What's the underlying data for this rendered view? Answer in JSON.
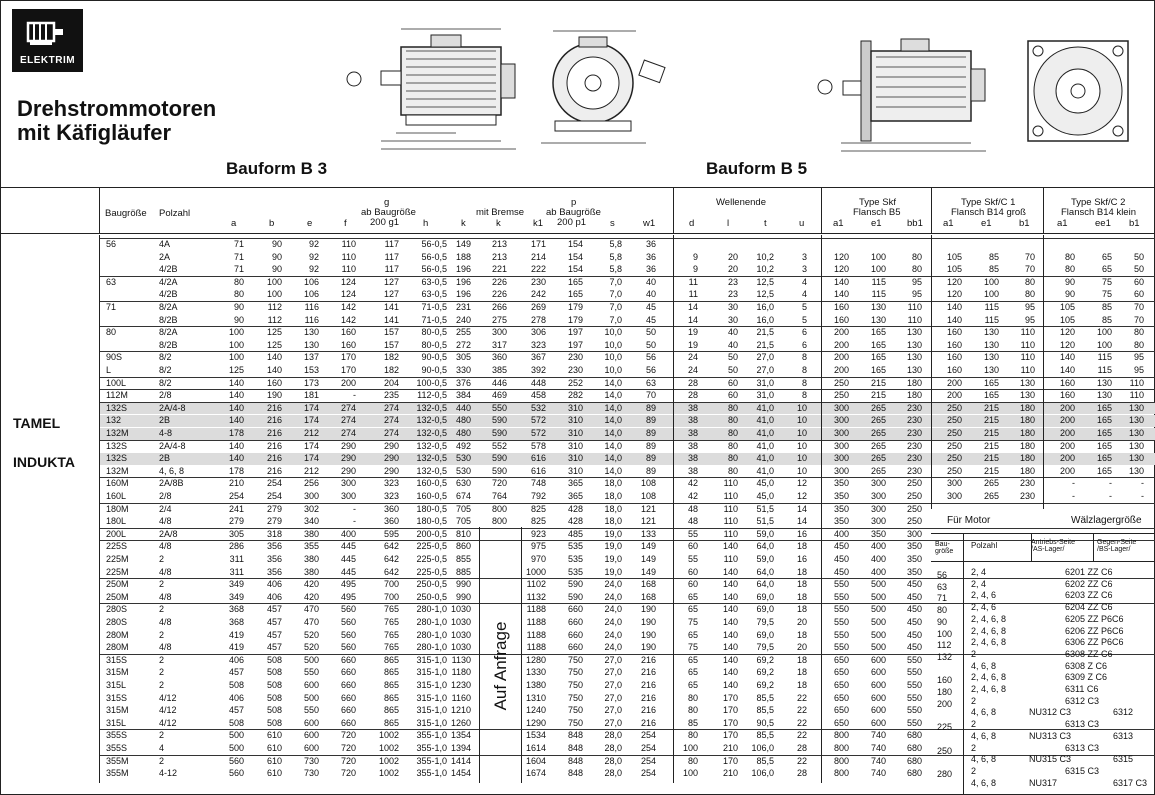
{
  "logo": {
    "brand": "ELEKTRIM"
  },
  "title": {
    "line1": "Drehstrommotoren",
    "line2": "mit Käfigläufer"
  },
  "bauform": {
    "b3": "Bauform B 3",
    "b5": "Bauform B 5"
  },
  "side_labels": {
    "tamel": "TAMEL",
    "indukta": "INDUKTA"
  },
  "auf_anfrage": "Auf Anfrage",
  "headers": {
    "baugroesse": "Baugröße",
    "polzahl": "Polzahl",
    "a": "a",
    "b": "b",
    "e": "e",
    "f": "f",
    "g_top": "g",
    "g_mid": "ab Baugröße",
    "g_bot": "200 g1",
    "h": "h",
    "k": "k",
    "k2_top": "mit Bremse",
    "k2_bot": "k",
    "k1": "k1",
    "p_top": "p",
    "p_mid": "ab Baugröße",
    "p_bot": "200 p1",
    "s": "s",
    "w1": "w1",
    "wellenende": "Wellenende",
    "d": "d",
    "l": "l",
    "t": "t",
    "u": "u",
    "skf_top": "Type Skf",
    "skf_mid": "Flansch B5",
    "skfc1_top": "Type Skf/C 1",
    "skfc1_mid": "Flansch B14 groß",
    "skfc2_top": "Type Skf/C 2",
    "skfc2_mid": "Flansch B14 klein",
    "a1": "a1",
    "e1": "e1",
    "b1": "b1",
    "e1b": "ee1",
    "bb1": "bb1"
  },
  "rows": [
    [
      "56",
      "4A",
      "71",
      "90",
      "92",
      "110",
      "117",
      "56-0,5",
      "149",
      "213",
      "171",
      "154",
      "5,8",
      "36",
      "",
      "",
      "",
      "",
      "",
      "",
      "",
      "",
      "",
      "",
      "",
      "",
      ""
    ],
    [
      "",
      "2A",
      "71",
      "90",
      "92",
      "110",
      "117",
      "56-0,5",
      "188",
      "213",
      "214",
      "154",
      "5,8",
      "36",
      "9",
      "20",
      "10,2",
      "3",
      "120",
      "100",
      "80",
      "105",
      "85",
      "70",
      "80",
      "65",
      "50"
    ],
    [
      "",
      "4/2B",
      "71",
      "90",
      "92",
      "110",
      "117",
      "56-0,5",
      "196",
      "221",
      "222",
      "154",
      "5,8",
      "36",
      "9",
      "20",
      "10,2",
      "3",
      "120",
      "100",
      "80",
      "105",
      "85",
      "70",
      "80",
      "65",
      "50"
    ],
    [
      "63",
      "4/2A",
      "80",
      "100",
      "106",
      "124",
      "127",
      "63-0,5",
      "196",
      "226",
      "230",
      "165",
      "7,0",
      "40",
      "11",
      "23",
      "12,5",
      "4",
      "140",
      "115",
      "95",
      "120",
      "100",
      "80",
      "90",
      "75",
      "60"
    ],
    [
      "",
      "4/2B",
      "80",
      "100",
      "106",
      "124",
      "127",
      "63-0,5",
      "196",
      "226",
      "242",
      "165",
      "7,0",
      "40",
      "11",
      "23",
      "12,5",
      "4",
      "140",
      "115",
      "95",
      "120",
      "100",
      "80",
      "90",
      "75",
      "60"
    ],
    [
      "71",
      "8/2A",
      "90",
      "112",
      "116",
      "142",
      "141",
      "71-0,5",
      "231",
      "266",
      "269",
      "179",
      "7,0",
      "45",
      "14",
      "30",
      "16,0",
      "5",
      "160",
      "130",
      "110",
      "140",
      "115",
      "95",
      "105",
      "85",
      "70"
    ],
    [
      "",
      "8/2B",
      "90",
      "112",
      "116",
      "142",
      "141",
      "71-0,5",
      "240",
      "275",
      "278",
      "179",
      "7,0",
      "45",
      "14",
      "30",
      "16,0",
      "5",
      "160",
      "130",
      "110",
      "140",
      "115",
      "95",
      "105",
      "85",
      "70"
    ],
    [
      "80",
      "8/2A",
      "100",
      "125",
      "130",
      "160",
      "157",
      "80-0,5",
      "255",
      "300",
      "306",
      "197",
      "10,0",
      "50",
      "19",
      "40",
      "21,5",
      "6",
      "200",
      "165",
      "130",
      "160",
      "130",
      "110",
      "120",
      "100",
      "80"
    ],
    [
      "",
      "8/2B",
      "100",
      "125",
      "130",
      "160",
      "157",
      "80-0,5",
      "272",
      "317",
      "323",
      "197",
      "10,0",
      "50",
      "19",
      "40",
      "21,5",
      "6",
      "200",
      "165",
      "130",
      "160",
      "130",
      "110",
      "120",
      "100",
      "80"
    ],
    [
      "90S",
      "8/2",
      "100",
      "140",
      "137",
      "170",
      "182",
      "90-0,5",
      "305",
      "360",
      "367",
      "230",
      "10,0",
      "56",
      "24",
      "50",
      "27,0",
      "8",
      "200",
      "165",
      "130",
      "160",
      "130",
      "110",
      "140",
      "115",
      "95"
    ],
    [
      "L",
      "8/2",
      "125",
      "140",
      "153",
      "170",
      "182",
      "90-0,5",
      "330",
      "385",
      "392",
      "230",
      "10,0",
      "56",
      "24",
      "50",
      "27,0",
      "8",
      "200",
      "165",
      "130",
      "160",
      "130",
      "110",
      "140",
      "115",
      "95"
    ],
    [
      "100L",
      "8/2",
      "140",
      "160",
      "173",
      "200",
      "204",
      "100-0,5",
      "376",
      "446",
      "448",
      "252",
      "14,0",
      "63",
      "28",
      "60",
      "31,0",
      "8",
      "250",
      "215",
      "180",
      "200",
      "165",
      "130",
      "160",
      "130",
      "110"
    ],
    [
      "112M",
      "2/8",
      "140",
      "190",
      "181",
      "-",
      "235",
      "112-0,5",
      "384",
      "469",
      "458",
      "282",
      "14,0",
      "70",
      "28",
      "60",
      "31,0",
      "8",
      "250",
      "215",
      "180",
      "200",
      "165",
      "130",
      "160",
      "130",
      "110"
    ],
    [
      "132S",
      "2A/4-8",
      "140",
      "216",
      "174",
      "274",
      "274",
      "132-0,5",
      "440",
      "550",
      "532",
      "310",
      "14,0",
      "89",
      "38",
      "80",
      "41,0",
      "10",
      "300",
      "265",
      "230",
      "250",
      "215",
      "180",
      "200",
      "165",
      "130"
    ],
    [
      "132",
      "2B",
      "140",
      "216",
      "174",
      "274",
      "274",
      "132-0,5",
      "480",
      "590",
      "572",
      "310",
      "14,0",
      "89",
      "38",
      "80",
      "41,0",
      "10",
      "300",
      "265",
      "230",
      "250",
      "215",
      "180",
      "200",
      "165",
      "130"
    ],
    [
      "132M",
      "4-8",
      "178",
      "216",
      "212",
      "274",
      "274",
      "132-0,5",
      "480",
      "590",
      "572",
      "310",
      "14,0",
      "89",
      "38",
      "80",
      "41,0",
      "10",
      "300",
      "265",
      "230",
      "250",
      "215",
      "180",
      "200",
      "165",
      "130"
    ],
    [
      "132S",
      "2A/4-8",
      "140",
      "216",
      "174",
      "290",
      "290",
      "132-0,5",
      "492",
      "552",
      "578",
      "310",
      "14,0",
      "89",
      "38",
      "80",
      "41,0",
      "10",
      "300",
      "265",
      "230",
      "250",
      "215",
      "180",
      "200",
      "165",
      "130"
    ],
    [
      "132S",
      "2B",
      "140",
      "216",
      "174",
      "290",
      "290",
      "132-0,5",
      "530",
      "590",
      "616",
      "310",
      "14,0",
      "89",
      "38",
      "80",
      "41,0",
      "10",
      "300",
      "265",
      "230",
      "250",
      "215",
      "180",
      "200",
      "165",
      "130"
    ],
    [
      "132M",
      "4, 6, 8",
      "178",
      "216",
      "212",
      "290",
      "290",
      "132-0,5",
      "530",
      "590",
      "616",
      "310",
      "14,0",
      "89",
      "38",
      "80",
      "41,0",
      "10",
      "300",
      "265",
      "230",
      "250",
      "215",
      "180",
      "200",
      "165",
      "130"
    ],
    [
      "160M",
      "2A/8B",
      "210",
      "254",
      "256",
      "300",
      "323",
      "160-0,5",
      "630",
      "720",
      "748",
      "365",
      "18,0",
      "108",
      "42",
      "110",
      "45,0",
      "12",
      "350",
      "300",
      "250",
      "300",
      "265",
      "230",
      "-",
      "-",
      "-"
    ],
    [
      "160L",
      "2/8",
      "254",
      "254",
      "300",
      "300",
      "323",
      "160-0,5",
      "674",
      "764",
      "792",
      "365",
      "18,0",
      "108",
      "42",
      "110",
      "45,0",
      "12",
      "350",
      "300",
      "250",
      "300",
      "265",
      "230",
      "-",
      "-",
      "-"
    ],
    [
      "180M",
      "2/4",
      "241",
      "279",
      "302",
      "-",
      "360",
      "180-0,5",
      "705",
      "800",
      "825",
      "428",
      "18,0",
      "121",
      "48",
      "110",
      "51,5",
      "14",
      "350",
      "300",
      "250",
      "",
      "",
      "",
      "",
      "",
      ""
    ],
    [
      "180L",
      "4/8",
      "279",
      "279",
      "340",
      "-",
      "360",
      "180-0,5",
      "705",
      "800",
      "825",
      "428",
      "18,0",
      "121",
      "48",
      "110",
      "51,5",
      "14",
      "350",
      "300",
      "250",
      "",
      "",
      "",
      "",
      "",
      ""
    ],
    [
      "200L",
      "2A/8",
      "305",
      "318",
      "380",
      "400",
      "595",
      "200-0,5",
      "810",
      "",
      "923",
      "485",
      "19,0",
      "133",
      "55",
      "110",
      "59,0",
      "16",
      "400",
      "350",
      "300",
      "",
      "",
      "",
      "",
      "",
      ""
    ],
    [
      "225S",
      "4/8",
      "286",
      "356",
      "355",
      "445",
      "642",
      "225-0,5",
      "860",
      "",
      "975",
      "535",
      "19,0",
      "149",
      "60",
      "140",
      "64,0",
      "18",
      "450",
      "400",
      "350",
      "",
      "",
      "",
      "",
      "",
      ""
    ],
    [
      "225M",
      "2",
      "311",
      "356",
      "380",
      "445",
      "642",
      "225-0,5",
      "855",
      "",
      "970",
      "535",
      "19,0",
      "149",
      "55",
      "110",
      "59,0",
      "16",
      "450",
      "400",
      "350",
      "",
      "",
      "",
      "",
      "",
      ""
    ],
    [
      "225M",
      "4/8",
      "311",
      "356",
      "380",
      "445",
      "642",
      "225-0,5",
      "885",
      "",
      "1000",
      "535",
      "19,0",
      "149",
      "60",
      "140",
      "64,0",
      "18",
      "450",
      "400",
      "350",
      "",
      "",
      "",
      "",
      "",
      ""
    ],
    [
      "250M",
      "2",
      "349",
      "406",
      "420",
      "495",
      "700",
      "250-0,5",
      "990",
      "",
      "1102",
      "590",
      "24,0",
      "168",
      "60",
      "140",
      "64,0",
      "18",
      "550",
      "500",
      "450",
      "",
      "",
      "",
      "",
      "",
      ""
    ],
    [
      "250M",
      "4/8",
      "349",
      "406",
      "420",
      "495",
      "700",
      "250-0,5",
      "990",
      "",
      "1132",
      "590",
      "24,0",
      "168",
      "65",
      "140",
      "69,0",
      "18",
      "550",
      "500",
      "450",
      "",
      "",
      "",
      "",
      "",
      ""
    ],
    [
      "280S",
      "2",
      "368",
      "457",
      "470",
      "560",
      "765",
      "280-1,0",
      "1030",
      "",
      "1188",
      "660",
      "24,0",
      "190",
      "65",
      "140",
      "69,0",
      "18",
      "550",
      "500",
      "450",
      "",
      "",
      "",
      "",
      "",
      ""
    ],
    [
      "280S",
      "4/8",
      "368",
      "457",
      "470",
      "560",
      "765",
      "280-1,0",
      "1030",
      "",
      "1188",
      "660",
      "24,0",
      "190",
      "75",
      "140",
      "79,5",
      "20",
      "550",
      "500",
      "450",
      "",
      "",
      "",
      "",
      "",
      ""
    ],
    [
      "280M",
      "2",
      "419",
      "457",
      "520",
      "560",
      "765",
      "280-1,0",
      "1030",
      "",
      "1188",
      "660",
      "24,0",
      "190",
      "65",
      "140",
      "69,0",
      "18",
      "550",
      "500",
      "450",
      "",
      "",
      "",
      "",
      "",
      ""
    ],
    [
      "280M",
      "4/8",
      "419",
      "457",
      "520",
      "560",
      "765",
      "280-1,0",
      "1030",
      "",
      "1188",
      "660",
      "24,0",
      "190",
      "75",
      "140",
      "79,5",
      "20",
      "550",
      "500",
      "450",
      "",
      "",
      "",
      "",
      "",
      ""
    ],
    [
      "315S",
      "2",
      "406",
      "508",
      "500",
      "660",
      "865",
      "315-1,0",
      "1130",
      "",
      "1280",
      "750",
      "27,0",
      "216",
      "65",
      "140",
      "69,2",
      "18",
      "650",
      "600",
      "550",
      "",
      "",
      "",
      "",
      "",
      ""
    ],
    [
      "315M",
      "2",
      "457",
      "508",
      "550",
      "660",
      "865",
      "315-1,0",
      "1180",
      "",
      "1330",
      "750",
      "27,0",
      "216",
      "65",
      "140",
      "69,2",
      "18",
      "650",
      "600",
      "550",
      "",
      "",
      "",
      "",
      "",
      ""
    ],
    [
      "315L",
      "2",
      "508",
      "508",
      "600",
      "660",
      "865",
      "315-1,0",
      "1230",
      "",
      "1380",
      "750",
      "27,0",
      "216",
      "65",
      "140",
      "69,2",
      "18",
      "650",
      "600",
      "550",
      "",
      "",
      "",
      "",
      "",
      ""
    ],
    [
      "315S",
      "4/12",
      "406",
      "508",
      "500",
      "660",
      "865",
      "315-1,0",
      "1160",
      "",
      "1310",
      "750",
      "27,0",
      "216",
      "80",
      "170",
      "85,5",
      "22",
      "650",
      "600",
      "550",
      "",
      "",
      "",
      "",
      "",
      ""
    ],
    [
      "315M",
      "4/12",
      "457",
      "508",
      "550",
      "660",
      "865",
      "315-1,0",
      "1210",
      "",
      "1240",
      "750",
      "27,0",
      "216",
      "80",
      "170",
      "85,5",
      "22",
      "650",
      "600",
      "550",
      "",
      "",
      "",
      "",
      "",
      ""
    ],
    [
      "315L",
      "4/12",
      "508",
      "508",
      "600",
      "660",
      "865",
      "315-1,0",
      "1260",
      "",
      "1290",
      "750",
      "27,0",
      "216",
      "85",
      "170",
      "90,5",
      "22",
      "650",
      "600",
      "550",
      "",
      "",
      "",
      "",
      "",
      ""
    ],
    [
      "355S",
      "2",
      "500",
      "610",
      "600",
      "720",
      "1002",
      "355-1,0",
      "1354",
      "",
      "1534",
      "848",
      "28,0",
      "254",
      "80",
      "170",
      "85,5",
      "22",
      "800",
      "740",
      "680",
      "",
      "",
      "",
      "",
      "",
      ""
    ],
    [
      "355S",
      "4",
      "500",
      "610",
      "600",
      "720",
      "1002",
      "355-1,0",
      "1394",
      "",
      "1614",
      "848",
      "28,0",
      "254",
      "100",
      "210",
      "106,0",
      "28",
      "800",
      "740",
      "680",
      "",
      "",
      "",
      "",
      "",
      ""
    ],
    [
      "355M",
      "2",
      "560",
      "610",
      "730",
      "720",
      "1002",
      "355-1,0",
      "1414",
      "",
      "1604",
      "848",
      "28,0",
      "254",
      "80",
      "170",
      "85,5",
      "22",
      "800",
      "740",
      "680",
      "",
      "",
      "",
      "",
      "",
      ""
    ],
    [
      "355M",
      "4-12",
      "560",
      "610",
      "730",
      "720",
      "1002",
      "355-1,0",
      "1454",
      "",
      "1674",
      "848",
      "28,0",
      "254",
      "100",
      "210",
      "106,0",
      "28",
      "800",
      "740",
      "680",
      "",
      "",
      "",
      "",
      "",
      ""
    ]
  ],
  "bearing": {
    "fuer_motor": "Für Motor",
    "waelzlager": "Wälzlagergröße",
    "baugroesse": "Bau-\ngröße",
    "polzahl": "Polzahl",
    "as": "Antriebs-Seite\n/AS-Lager/",
    "bs": "Gegen-Seite\n/BS-Lager/",
    "rows": [
      [
        "56",
        "2, 4",
        "6201 ZZ C6",
        ""
      ],
      [
        "63",
        "2, 4",
        "6202 ZZ C6",
        ""
      ],
      [
        "71",
        "2, 4, 6",
        "6203 ZZ C6",
        ""
      ],
      [
        "80",
        "2, 4, 6",
        "6204 ZZ C6",
        ""
      ],
      [
        "90",
        "2, 4, 6, 8",
        "6205 ZZ P6C6",
        ""
      ],
      [
        "100",
        "2, 4, 6, 8",
        "6206 ZZ P6C6",
        ""
      ],
      [
        "112",
        "2, 4, 6, 8",
        "6306 ZZ P6C6",
        ""
      ],
      [
        "132",
        "2",
        "6308 ZZ C6",
        ""
      ],
      [
        "",
        "4, 6, 8",
        "6308 Z C6",
        ""
      ],
      [
        "160",
        "2, 4, 6, 8",
        "6309 Z C6",
        ""
      ],
      [
        "180",
        "2, 4, 6, 8",
        "6311 C6",
        ""
      ],
      [
        "200",
        "2",
        "6312 C3",
        ""
      ],
      [
        "",
        "4, 6, 8",
        "NU312  C3",
        "6312"
      ],
      [
        "225",
        "2",
        "6313 C3",
        ""
      ],
      [
        "",
        "4, 6, 8",
        "NU313  C3",
        "6313"
      ],
      [
        "250",
        "2",
        "6313 C3",
        ""
      ],
      [
        "",
        "4, 6, 8",
        "NU315  C3",
        "6315"
      ],
      [
        "280",
        "2",
        "6315 C3",
        ""
      ],
      [
        "",
        "4, 6, 8",
        "NU317",
        "6317 C3"
      ]
    ]
  }
}
